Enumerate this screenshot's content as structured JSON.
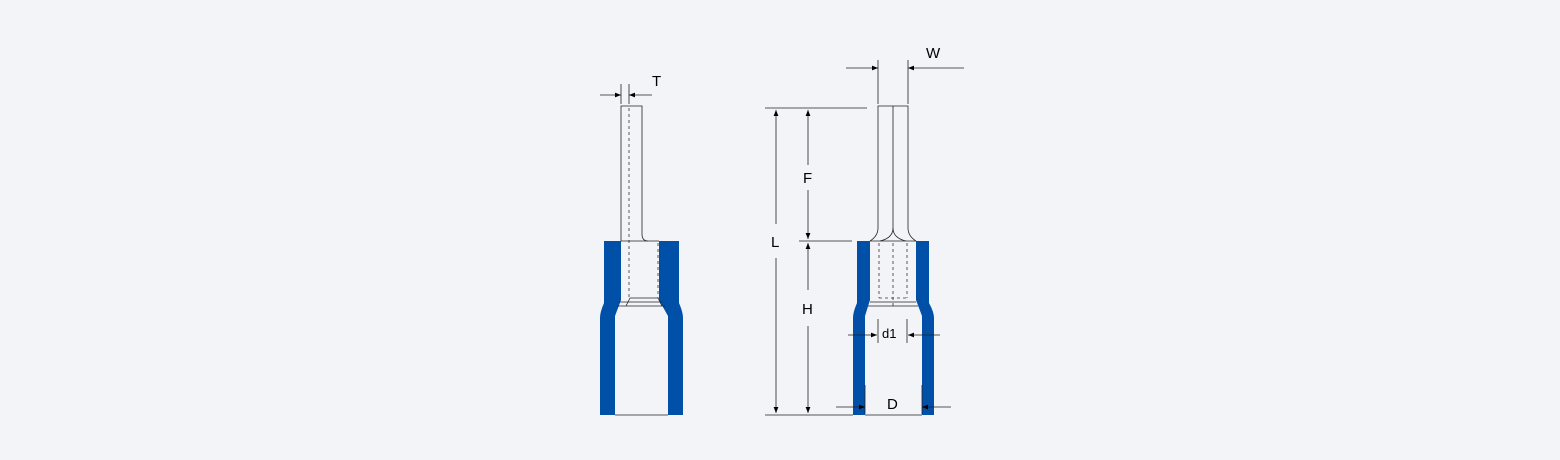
{
  "labels": {
    "T": "T",
    "W": "W",
    "L": "L",
    "F": "F",
    "H": "H",
    "d1": "d1",
    "D": "D"
  },
  "colors": {
    "background": "#f2f4f8",
    "insulation": "#0050a8",
    "line": "#222222"
  }
}
